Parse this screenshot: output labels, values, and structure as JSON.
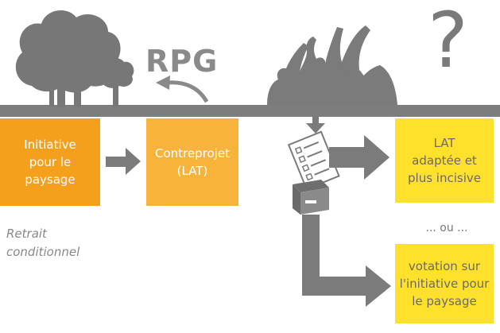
{
  "header": {
    "rpg_label": "RPG",
    "question_mark": "?"
  },
  "boxes": {
    "initiative": "Initiative\npour le\npaysage",
    "contreprojet": "Contreprojet\n(LAT)",
    "lat": "LAT\nadaptée et\nplus incisive",
    "votation": "votation sur\nl'initiative pour\nle paysage"
  },
  "labels": {
    "retrait": "Retrait\nconditionnel",
    "ou": "... ou ..."
  },
  "colors": {
    "ground_gray": "#7d7d7d",
    "orange": "#f4a01c",
    "light_orange": "#f8b33a",
    "yellow": "#ffe02a"
  },
  "icons": [
    "tree-icon",
    "crowd-icon",
    "ballot-box-icon",
    "arrow-icon"
  ]
}
